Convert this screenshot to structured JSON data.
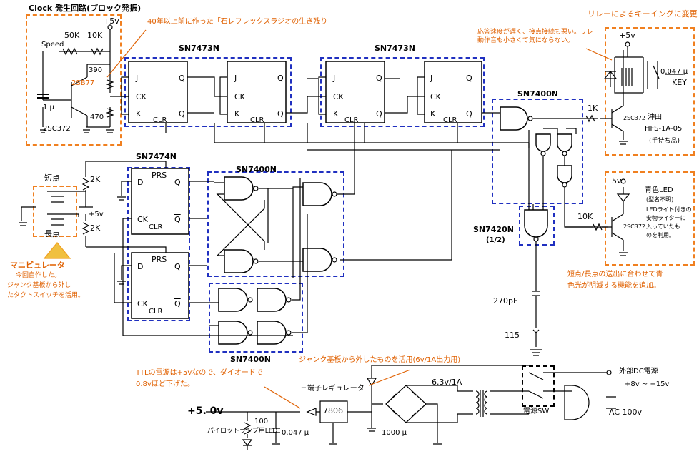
{
  "title": "Clock 発生回路(ブロック発振)",
  "clock": {
    "supply": "+5v",
    "speed": "Speed",
    "r50k": "50K",
    "r10k": "10K",
    "r390": "390",
    "tr_ujt": "2SB77",
    "cap": "1 μ",
    "r470": "470",
    "tr": "2SC372"
  },
  "note_radio": "40年以上前に作った「石レフレックスラジオの生き残り",
  "ic": {
    "sn7473_a": "SN7473N",
    "sn7473_b": "SN7473N",
    "sn7400_top": "SN7400N",
    "sn7474": "SN7474N",
    "sn7400_mid": "SN7400N",
    "sn7400_bot": "SN7400N",
    "sn7420": "SN7420N",
    "sn7420_sub": "(1/2)"
  },
  "pins": {
    "j": "J",
    "k": "K",
    "q": "Q",
    "ck": "CK",
    "clr": "CLR",
    "d": "D",
    "prs": "PRS",
    "qbar": "Q"
  },
  "relay_block": {
    "title": "リレーによるキーイングに変更",
    "note": "応答速度が遅く、接点接続も悪い。リレー動作音も小さくて気にならない。",
    "supply": "+5v",
    "cap": "0.047 μ",
    "key": "KEY",
    "r1k": "1K",
    "tr": "2SC372",
    "relay_maker": "沖田",
    "relay_model": "HFS-1A-05",
    "relay_note": "(手持ち品)"
  },
  "led_block": {
    "supply": "5v",
    "led": "青色LED",
    "led_sub": "(型名不明)",
    "desc1": "LEDライト付きの",
    "desc2": "安物ライターに",
    "desc3": "入っていたも",
    "desc4": "のを利用。",
    "r10k": "10K",
    "tr": "2SC372",
    "caption1": "短点/長点の送出に合わせて青",
    "caption2": "色光が明滅する機能を追加。"
  },
  "paddle": {
    "dot": "短点",
    "dash": "長点",
    "r2k_a": "2K",
    "r2k_b": "2K",
    "supply": "+5v",
    "title": "マニピュレータ",
    "line1": "今回自作した。",
    "line2": "ジャンク基板から外し",
    "line3": "たタクトスイッチを活用。"
  },
  "timing": {
    "cap": "270pF",
    "res": "115"
  },
  "power": {
    "note_ttl1": "TTLの電源は+5vなので、ダイオードで",
    "note_ttl2": "0.8vほど下げた。",
    "note_junk": "ジャンク基板から外したものを活用(6v/1A出力用)",
    "regulator": "三端子レギュレータ",
    "reg_part": "7806",
    "out": "+5. 0v",
    "r100": "100",
    "led": "パイロットランプ用LED",
    "cap047": "0.047 μ",
    "cap1000": "1000 μ",
    "trans": "6.3v/1A",
    "sw": "電源SW",
    "ext1": "外部DC電源",
    "ext2": "+8v ~ +15v",
    "ac": "AC 100v"
  }
}
